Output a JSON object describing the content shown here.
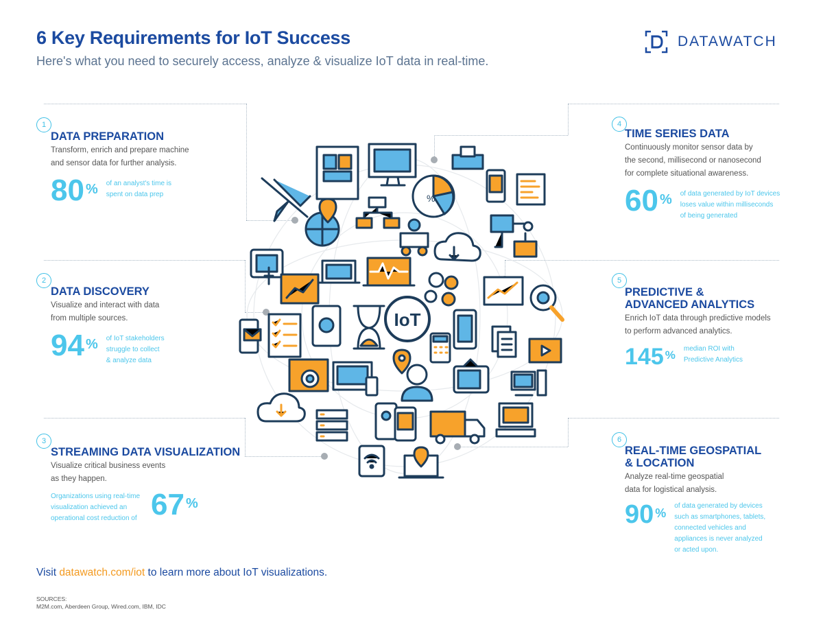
{
  "header": {
    "title": "6 Key Requirements for IoT Success",
    "subtitle": "Here's what you need to securely access, analyze & visualize IoT data in real-time."
  },
  "brand": {
    "name": "DATAWATCH",
    "color": "#1b4aa0",
    "accent": "#4cc6eb",
    "orange": "#f39a20"
  },
  "sections": [
    {
      "number": "1",
      "title": "DATA PREPARATION",
      "desc": [
        "Transform, enrich and prepare machine",
        "and sensor data for further analysis."
      ],
      "stat": "80",
      "unit": "%",
      "note": [
        "of an analyst's time is",
        "spent on data prep"
      ]
    },
    {
      "number": "2",
      "title": "DATA DISCOVERY",
      "desc": [
        "Visualize and interact with data",
        "from multiple sources."
      ],
      "stat": "94",
      "unit": "%",
      "note": [
        "of IoT stakeholders",
        "struggle to collect",
        "& analyze data"
      ]
    },
    {
      "number": "3",
      "title": "STREAMING DATA VISUALIZATION",
      "desc": [
        "Visualize critical business events",
        "as they happen."
      ],
      "stat": "67",
      "unit": "%",
      "note": [
        "Organizations using real-time",
        "visualization achieved an",
        "operational cost reduction of"
      ]
    },
    {
      "number": "4",
      "title": "TIME SERIES DATA",
      "desc": [
        "Continuously monitor sensor data by",
        "the second, millisecond or nanosecond",
        "for complete situational awareness."
      ],
      "stat": "60",
      "unit": "%",
      "note": [
        "of data generated by IoT devices",
        "loses value within milliseconds",
        "of being generated"
      ]
    },
    {
      "number": "5",
      "title": [
        "PREDICTIVE &",
        "ADVANCED ANALYTICS"
      ],
      "desc": [
        "Enrich IoT data through predictive models",
        "to perform advanced analytics."
      ],
      "stat": "145",
      "unit": "%",
      "note": [
        "median ROI with",
        "Predictive Analytics"
      ]
    },
    {
      "number": "6",
      "title": [
        "REAL-TIME GEOSPATIAL",
        "& LOCATION"
      ],
      "desc": [
        "Analyze real-time geospatial",
        "data for logistical analysis."
      ],
      "stat": "90",
      "unit": "%",
      "note": [
        "of data generated by devices",
        "such as smartphones, tablets,",
        "connected vehicles and",
        "appliances is never analyzed",
        "or acted upon."
      ]
    }
  ],
  "center": {
    "label": "IoT"
  },
  "icons": [
    "airplane-icon",
    "blueprint-icon",
    "monitor-icon",
    "typewriter-icon",
    "pie-chart-icon",
    "mobile-icon",
    "code-window-icon",
    "globe-pin-icon",
    "org-chart-icon",
    "presenter-icon",
    "network-monitors-icon",
    "cloud-sync-icon",
    "tablet-touch-icon",
    "chart-window-icon",
    "laptop-transfer-icon",
    "laptop-wave-icon",
    "gears-icon",
    "trend-monitor-icon",
    "magnifier-gear-icon",
    "mobile-mail-icon",
    "checklist-icon",
    "at-sign-tablet-icon",
    "hourglass-icon",
    "smartphone-icon",
    "documents-icon",
    "video-player-icon",
    "calculator-icon",
    "location-pin-icon",
    "settings-window-icon",
    "devices-icon",
    "users-icon",
    "tv-icon",
    "desktop-icon",
    "cloud-download-icon",
    "server-icon",
    "mobile-apps-icon",
    "delivery-truck-icon",
    "computer-setup-icon",
    "wifi-phone-icon",
    "laptop-location-icon"
  ],
  "footer": {
    "prefix": "Visit ",
    "link": "datawatch.com/iot",
    "suffix": " to learn more about IoT visualizations."
  },
  "sources": {
    "label": "SOURCES:",
    "list": "M2M.com, Aberdeen Group, Wired.com, IBM, IDC"
  }
}
